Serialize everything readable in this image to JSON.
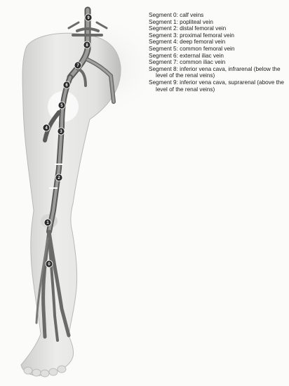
{
  "legend": [
    {
      "segment": 0,
      "text": "Segment 0: calf veins"
    },
    {
      "segment": 1,
      "text": "Segment 1: popliteal vein"
    },
    {
      "segment": 2,
      "text": "Segment 2: distal femoral vein"
    },
    {
      "segment": 3,
      "text": "Segment 3: proximal femoral vein"
    },
    {
      "segment": 4,
      "text": "Segment 4: deep femoral vein"
    },
    {
      "segment": 5,
      "text": "Segment 5: common femoral vein"
    },
    {
      "segment": 6,
      "text": "Segment 6: external iliac vein"
    },
    {
      "segment": 7,
      "text": "Segment 7: common iliac vein"
    },
    {
      "segment": 8,
      "text": "Segment 8: inferior vena cava, infrarenal (below the level of the renal veins)"
    },
    {
      "segment": 9,
      "text": "Segment 9: inferior vena cava, suprarenal (above the level of the renal veins)"
    }
  ],
  "markers": [
    "9",
    "8",
    "7",
    "6",
    "5",
    "4",
    "3",
    "2",
    "1",
    "0"
  ],
  "colors": {
    "skin": "#e4e4e2",
    "skin_shadow": "#c9c9c7",
    "vein": "#8c8c8a",
    "vein_dark": "#5a5a58",
    "marker": "#2a2a2a"
  }
}
